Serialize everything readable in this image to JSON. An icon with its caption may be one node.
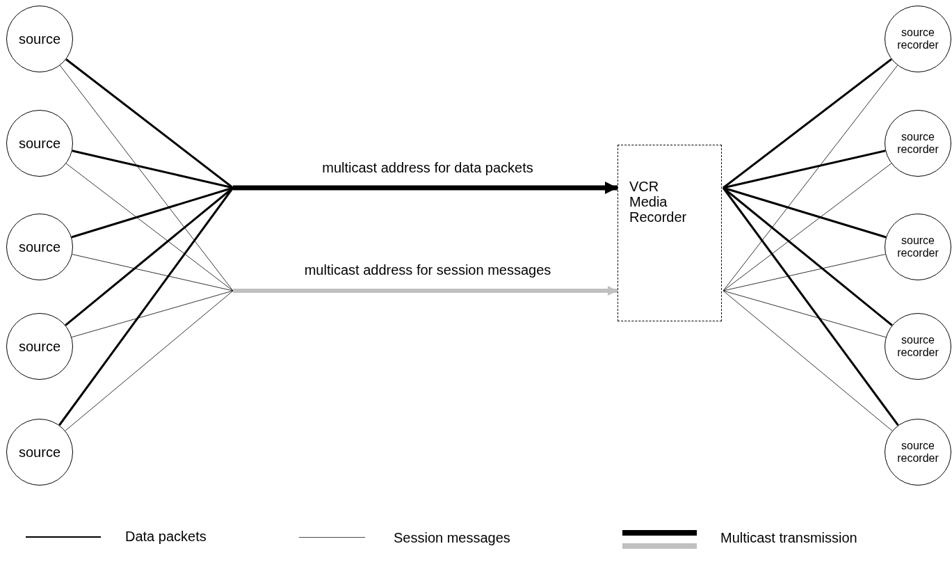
{
  "diagram": {
    "nodes": [
      {
        "text": [
          "source"
        ]
      },
      {
        "text": [
          "source"
        ]
      },
      {
        "text": [
          "source"
        ]
      },
      {
        "text": [
          "source"
        ]
      },
      {
        "text": [
          "source"
        ]
      },
      {
        "text": [
          "VCR Media Recorder"
        ]
      },
      {
        "text": [
          "source recorder"
        ]
      },
      {
        "text": [
          "source recorder"
        ]
      },
      {
        "text": [
          "source recorder"
        ]
      },
      {
        "text": [
          "source recorder"
        ]
      },
      {
        "text": [
          "source recorder"
        ]
      }
    ],
    "edges": [
      {
        "from": 0,
        "to": 5,
        "arrow": "to",
        "style": "thick"
      },
      {
        "from": 1,
        "to": 5,
        "arrow": "to",
        "style": "thick"
      },
      {
        "from": 2,
        "to": 5,
        "arrow": "to",
        "style": "thick"
      },
      {
        "from": 3,
        "to": 5,
        "arrow": "to",
        "style": "thick"
      },
      {
        "from": 4,
        "to": 5,
        "arrow": "to",
        "style": "thick"
      },
      {
        "from": 0,
        "to": 5,
        "arrow": "to"
      },
      {
        "from": 1,
        "to": 5,
        "arrow": "to"
      },
      {
        "from": 2,
        "to": 5,
        "arrow": "to"
      },
      {
        "from": 3,
        "to": 5,
        "arrow": "to"
      },
      {
        "from": 4,
        "to": 5,
        "arrow": "to"
      },
      {
        "from": 5,
        "to": 6,
        "arrow": "none",
        "style": "thick"
      },
      {
        "from": 5,
        "to": 7,
        "arrow": "none",
        "style": "thick"
      },
      {
        "from": 5,
        "to": 8,
        "arrow": "none",
        "style": "thick"
      },
      {
        "from": 5,
        "to": 9,
        "arrow": "none",
        "style": "thick"
      },
      {
        "from": 5,
        "to": 10,
        "arrow": "none",
        "style": "thick"
      },
      {
        "from": 5,
        "to": 6,
        "arrow": "none"
      },
      {
        "from": 5,
        "to": 7,
        "arrow": "none"
      },
      {
        "from": 5,
        "to": 8,
        "arrow": "none"
      },
      {
        "from": 5,
        "to": 9,
        "arrow": "none"
      },
      {
        "from": 5,
        "to": 10,
        "arrow": "none"
      }
    ],
    "labels": [
      "multicast address for data packets",
      "multicast address for session messages"
    ],
    "legend": [
      {
        "text": "Data packets"
      },
      {
        "text": "Session messages"
      },
      {
        "text": "Multicast transmission"
      }
    ]
  }
}
